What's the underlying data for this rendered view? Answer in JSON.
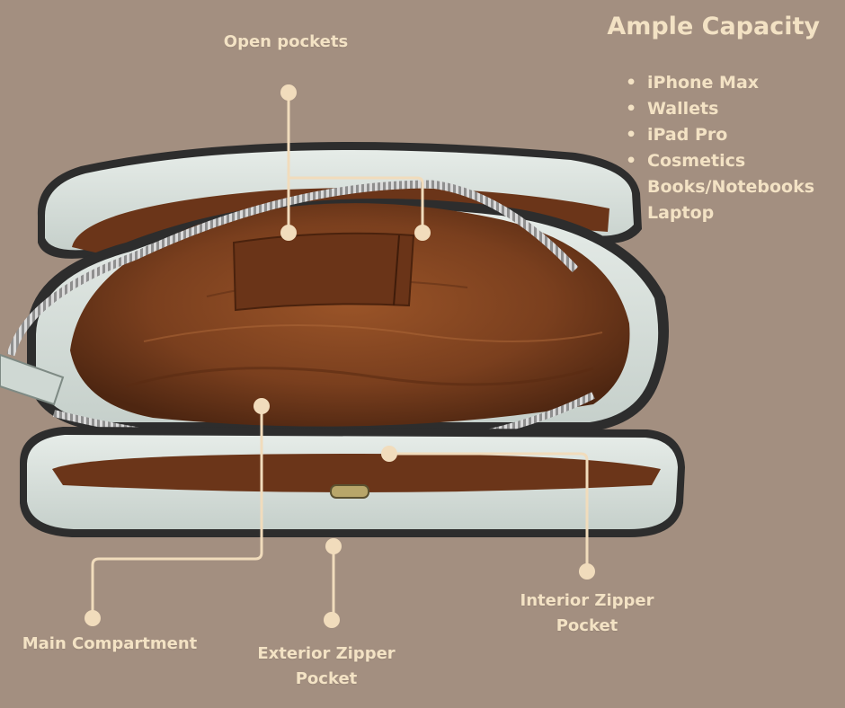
{
  "colors": {
    "background": "#a38f80",
    "accent_text": "#f3e2c4",
    "callout_line": "#f1dcbc",
    "bag_shell": "#d9e1dc",
    "bag_lining": "#7a3f1e"
  },
  "heading": "Ample Capacity",
  "capacity_items": [
    {
      "text": "iPhone Max",
      "bullet": true
    },
    {
      "text": "Wallets",
      "bullet": true
    },
    {
      "text": "iPad Pro",
      "bullet": true
    },
    {
      "text": "Cosmetics",
      "bullet": true
    },
    {
      "text": "Books/Notebooks",
      "bullet": false
    },
    {
      "text": "Laptop",
      "bullet": false
    }
  ],
  "callouts": {
    "open_pockets": "Open pockets",
    "main_compartment": "Main Compartment",
    "exterior_zipper_line1": "Exterior Zipper",
    "exterior_zipper_line2": "Pocket",
    "interior_zipper_line1": "Interior Zipper",
    "interior_zipper_line2": "Pocket"
  }
}
